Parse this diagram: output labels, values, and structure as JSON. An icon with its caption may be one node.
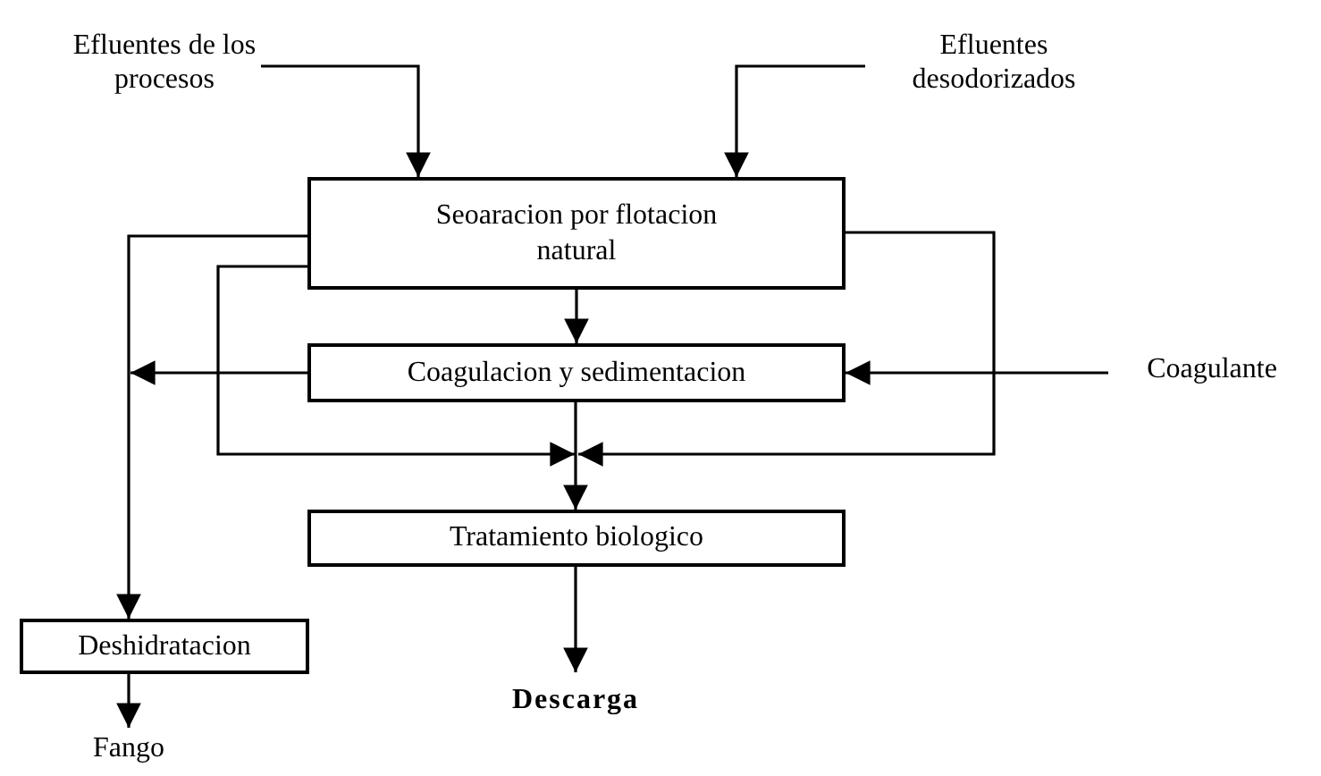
{
  "diagram": {
    "nodes": [
      {
        "text": [
          "Efluentes de los procesos"
        ]
      },
      {
        "text": [
          "Efluentes desodorizados"
        ]
      },
      {
        "text": [
          "Seoaracion por flotacion natural"
        ]
      },
      {
        "text": [
          "Coagulacion y sedimentacion"
        ]
      },
      {
        "text": [
          "Coagulante"
        ]
      },
      {
        "text": [
          "Tratamiento biologico"
        ]
      },
      {
        "text": [
          "Deshidratacion"
        ]
      },
      {
        "text": [
          "Descarga"
        ]
      },
      {
        "text": [
          "Fango"
        ]
      }
    ],
    "edges": [
      {
        "from": 0,
        "to": 2,
        "arrow": "to"
      },
      {
        "from": 1,
        "to": 2,
        "arrow": "to"
      },
      {
        "from": 2,
        "to": 3,
        "arrow": "to"
      },
      {
        "from": 4,
        "to": 3,
        "arrow": "to"
      },
      {
        "from": 2,
        "to": 6,
        "arrow": "to"
      },
      {
        "from": 3,
        "to": 6,
        "arrow": "to"
      },
      {
        "from": 2,
        "to": 5,
        "arrow": "to"
      },
      {
        "from": 2,
        "to": 5,
        "arrow": "to"
      },
      {
        "from": 3,
        "to": 5,
        "arrow": "to"
      },
      {
        "from": 5,
        "to": 7,
        "arrow": "to"
      },
      {
        "from": 6,
        "to": 8,
        "arrow": "to"
      }
    ]
  }
}
